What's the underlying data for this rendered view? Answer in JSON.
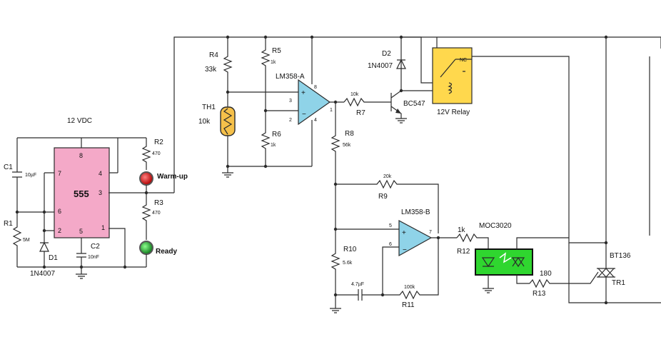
{
  "supply": {
    "label": "12 VDC"
  },
  "timer_ic": {
    "name": "555",
    "pins": {
      "p8": "8",
      "p7": "7",
      "p6": "6",
      "p4": "4",
      "p3": "3",
      "p2": "2",
      "p5": "5",
      "p1": "1"
    }
  },
  "components": {
    "c1": {
      "ref": "C1",
      "value": "10µF"
    },
    "r1": {
      "ref": "R1",
      "value": "5M"
    },
    "d1": {
      "ref": "D1",
      "value": "1N4007"
    },
    "c2": {
      "ref": "C2",
      "value": "10nF"
    },
    "r2": {
      "ref": "R2",
      "value": "470"
    },
    "r3": {
      "ref": "R3",
      "value": "470"
    },
    "r4": {
      "ref": "R4",
      "value": "33k"
    },
    "th1": {
      "ref": "TH1",
      "value": "10k"
    },
    "r5": {
      "ref": "R5",
      "value": "1k"
    },
    "r6": {
      "ref": "R6",
      "value": "1k"
    },
    "opamp_a": {
      "name": "LM358-A",
      "pin_plus": "3",
      "pin_minus": "2",
      "pin_out": "1",
      "pin_v": "8",
      "pin_gnd": "4"
    },
    "r7": {
      "ref": "R7",
      "value": "10k"
    },
    "q1": {
      "name": "BC547"
    },
    "d2": {
      "ref": "D2",
      "value": "1N4007"
    },
    "relay": {
      "name": "12V Relay",
      "contact": "NC"
    },
    "r8": {
      "ref": "R8",
      "value": "56k"
    },
    "r9": {
      "ref": "R9",
      "value": "20k"
    },
    "opamp_b": {
      "name": "LM358-B",
      "pin_plus": "5",
      "pin_minus": "6",
      "pin_out": "7"
    },
    "r10": {
      "ref": "R10",
      "value": "5.6k"
    },
    "c3": {
      "value": "4.7µF"
    },
    "r11": {
      "ref": "R11",
      "value": "100k"
    },
    "r12": {
      "ref": "R12",
      "value": "1k"
    },
    "opto": {
      "name": "MOC3020"
    },
    "r13": {
      "ref": "R13",
      "value": "180"
    },
    "triac": {
      "ref": "TR1",
      "value": "BT136"
    }
  },
  "leds": {
    "warmup": {
      "label": "Warm-up",
      "color": "#cc1f1f"
    },
    "ready": {
      "label": "Ready",
      "color": "#1f9a2e"
    }
  },
  "colors": {
    "ic_fill": "#f4a9c8",
    "opamp_fill": "#8fd3e8",
    "relay_fill": "#ffd84d",
    "opto_fill": "#2fd62f",
    "thermistor_fill": "#f5c04a"
  }
}
